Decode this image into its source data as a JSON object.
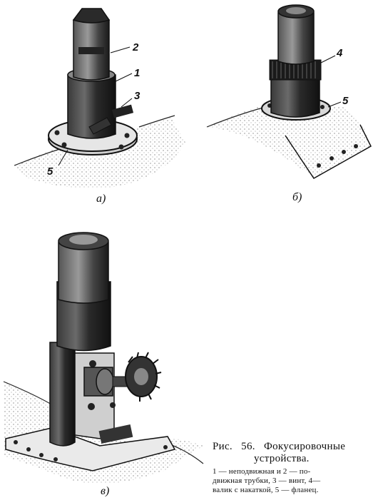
{
  "figure": {
    "panel_labels": [
      "а)",
      "б)",
      "в)"
    ],
    "part_numbers": {
      "a": [
        "2",
        "1",
        "3",
        "5"
      ],
      "b": [
        "4",
        "5"
      ]
    }
  },
  "caption": {
    "prefix": "Рис.",
    "number": "56.",
    "title_line1": "Фокусировочные",
    "title_line2": "устройства.",
    "legend_line1": "1 — неподвижная и 2 — по-",
    "legend_line2": "движная трубки, 3 — винт, 4—",
    "legend_line3": "валик с накаткой, 5 — фланец."
  }
}
